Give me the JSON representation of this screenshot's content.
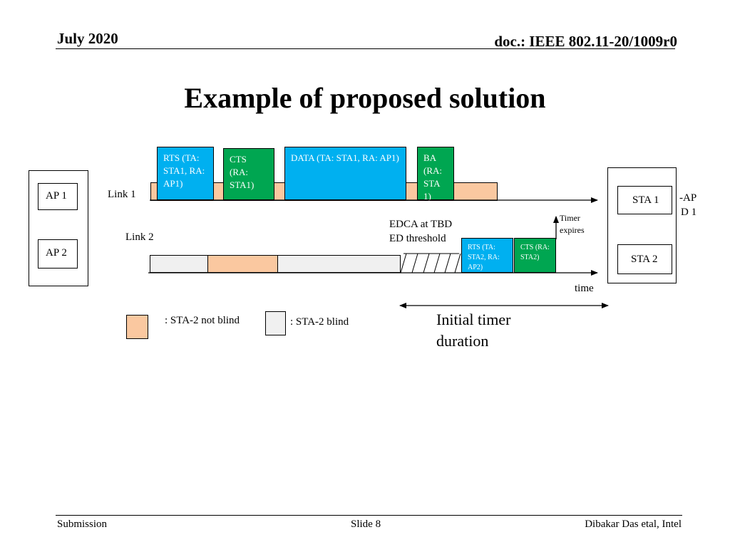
{
  "header": {
    "date": "July 2020",
    "doc_id": "doc.: IEEE 802.11-20/1009r0"
  },
  "title": "Example of proposed solution",
  "left_device": {
    "ap1": "AP 1",
    "ap2": "AP 2"
  },
  "right_device": {
    "sta1": "STA 1",
    "sta2": "STA 2",
    "overflow_text_line1": "-AP",
    "overflow_text_line2": "D 1"
  },
  "links": {
    "link1": "Link 1",
    "link2": "Link 2"
  },
  "frames": {
    "rts1": "RTS (TA: STA1, RA: AP1)",
    "cts1": "CTS (RA: STA1)",
    "data1": "DATA (TA: STA1, RA: AP1)",
    "ba1": "BA (RA: STA 1)",
    "rts2": "RTS (TA: STA2, RA: AP2)",
    "cts2": "CTS (RA: STA2)"
  },
  "annotations": {
    "edca_line1": "EDCA at TBD",
    "edca_line2": "ED threshold",
    "timer_line1": "Timer",
    "timer_line2": "expires",
    "time": "time",
    "initial_timer_line1": "Initial timer",
    "initial_timer_line2": "duration"
  },
  "legend": {
    "not_blind": ": STA-2 not blind",
    "blind": ": STA-2 blind"
  },
  "colors": {
    "not_blind": "#FAC8A0",
    "blind": "#F0F0F0",
    "rts": "#00B0F0",
    "cts": "#00A651"
  },
  "footer": {
    "left": "Submission",
    "center": "Slide 8",
    "right": "Dibakar Das etal, Intel"
  }
}
